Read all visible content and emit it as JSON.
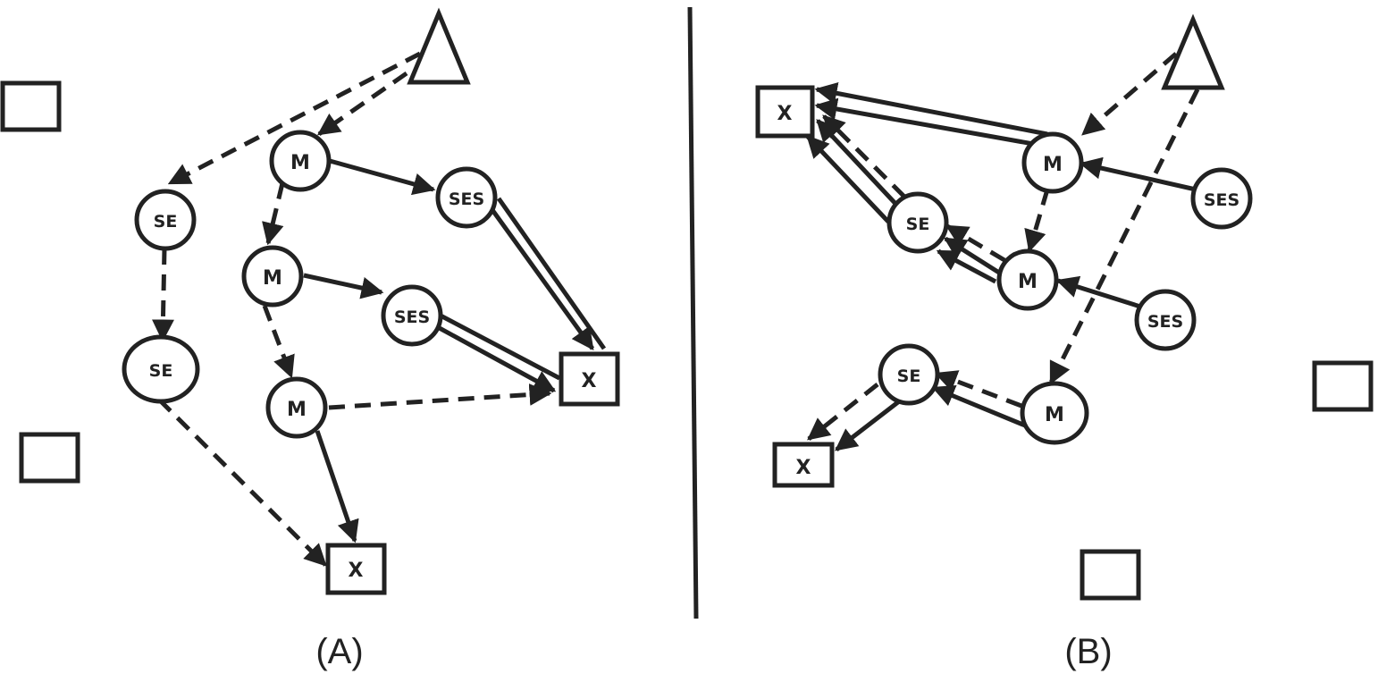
{
  "panels": {
    "a": {
      "label": "(A)"
    },
    "b": {
      "label": "(B)"
    }
  },
  "nodes": {
    "a_m1": "M",
    "a_m2": "M",
    "a_m3": "M",
    "a_ses1": "SES",
    "a_ses2": "SES",
    "a_se1": "SE",
    "a_se2": "SE",
    "a_x1": "X",
    "a_x2": "X",
    "b_m1": "M",
    "b_m2": "M",
    "b_m3": "M",
    "b_ses1": "SES",
    "b_ses2": "SES",
    "b_se1": "SE",
    "b_se2": "SE",
    "b_x1": "X",
    "b_x2": "X"
  },
  "colors": {
    "ink": "#222222",
    "background": "#ffffff"
  }
}
